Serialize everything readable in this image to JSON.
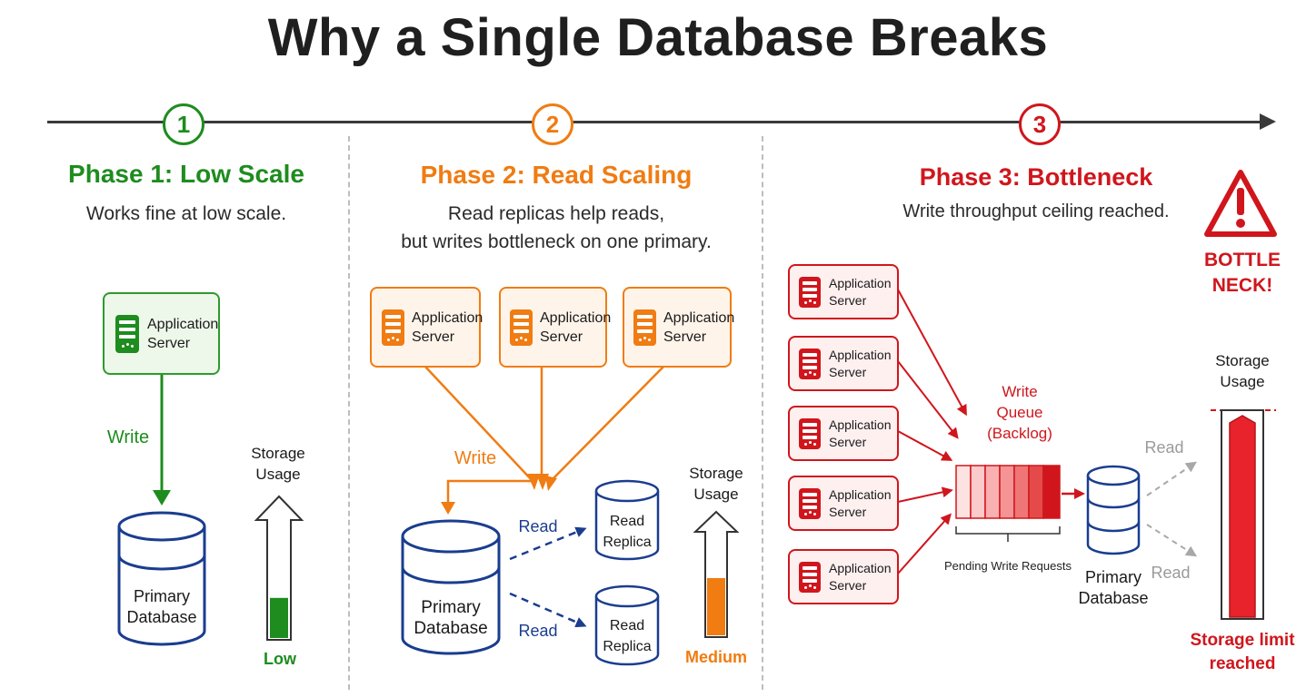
{
  "title": "Why a Single Database Breaks",
  "colors": {
    "green": "#1e8c1e",
    "orange": "#f07c12",
    "red": "#d0161c",
    "blue": "#1a3d8f",
    "grey": "#9a9a9a"
  },
  "steps": [
    "1",
    "2",
    "3"
  ],
  "phase1": {
    "title": "Phase 1: Low Scale",
    "desc": "Works fine at low scale.",
    "server_label": [
      "Application",
      "Server"
    ],
    "write_label": "Write",
    "db_label": [
      "Primary",
      "Database"
    ],
    "storage_label": [
      "Storage",
      "Usage"
    ],
    "storage_level_text": "Low",
    "storage_level": 0.34
  },
  "phase2": {
    "title": "Phase 2: Read Scaling",
    "desc_lines": [
      "Read replicas help reads,",
      "but writes bottleneck on one primary."
    ],
    "server_label": [
      "Application",
      "Server"
    ],
    "write_label": "Write",
    "read_label": "Read",
    "db_label": [
      "Primary",
      "Database"
    ],
    "replica_label": [
      "Read",
      "Replica"
    ],
    "storage_label": [
      "Storage",
      "Usage"
    ],
    "storage_level_text": "Medium",
    "storage_level": 0.5
  },
  "phase3": {
    "title": "Phase 3: Bottleneck",
    "desc": "Write throughput ceiling reached.",
    "server_label": [
      "Application",
      "Server"
    ],
    "queue_label": [
      "Write",
      "Queue",
      "(Backlog)"
    ],
    "pending_label": "Pending Write Requests",
    "db_label": [
      "Primary",
      "Database"
    ],
    "read_label": "Read",
    "warning_icon": "warning-triangle-icon",
    "bottleneck_label": [
      "BOTTLE",
      "NECK!"
    ],
    "storage_label": [
      "Storage",
      "Usage"
    ],
    "storage_status": [
      "Storage limit",
      "reached"
    ],
    "storage_level": 0.96
  }
}
